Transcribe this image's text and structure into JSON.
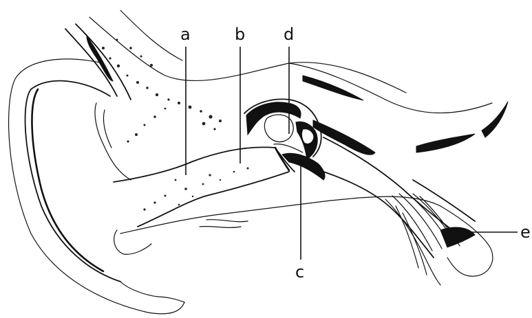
{
  "labels": {
    "a": "a",
    "b": "b",
    "c": "c",
    "d": "d",
    "e": "e"
  },
  "colors": {
    "ink": "#111111",
    "background": "#ffffff"
  }
}
